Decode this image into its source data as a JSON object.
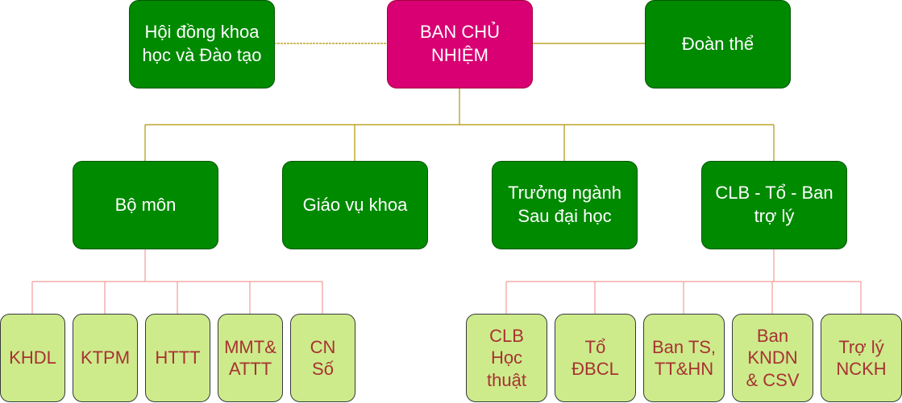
{
  "colors": {
    "board": "#d80073",
    "unit": "#008a00",
    "leaf": "#cdeb8b",
    "leaf_text": "#a83232",
    "line_top": "#b09500",
    "line_bottom": "#f19c99"
  },
  "top": {
    "council": "Hội đồng khoa học và Đào tạo",
    "board": "BAN CHỦ NHIỆM",
    "unions": "Đoàn thể"
  },
  "units": [
    "Bộ môn",
    "Giáo vụ khoa",
    "Trưởng ngành Sau đại học",
    "CLB - Tổ - Ban trợ lý"
  ],
  "departments": [
    "KHDL",
    "KTPM",
    "HTTT",
    "MMT& ATTT",
    "CN Số"
  ],
  "clubs": [
    "CLB Học thuật",
    "Tổ ĐBCL",
    "Ban TS, TT&HN",
    "Ban KNDN & CSV",
    "Trợ lý NCKH"
  ]
}
